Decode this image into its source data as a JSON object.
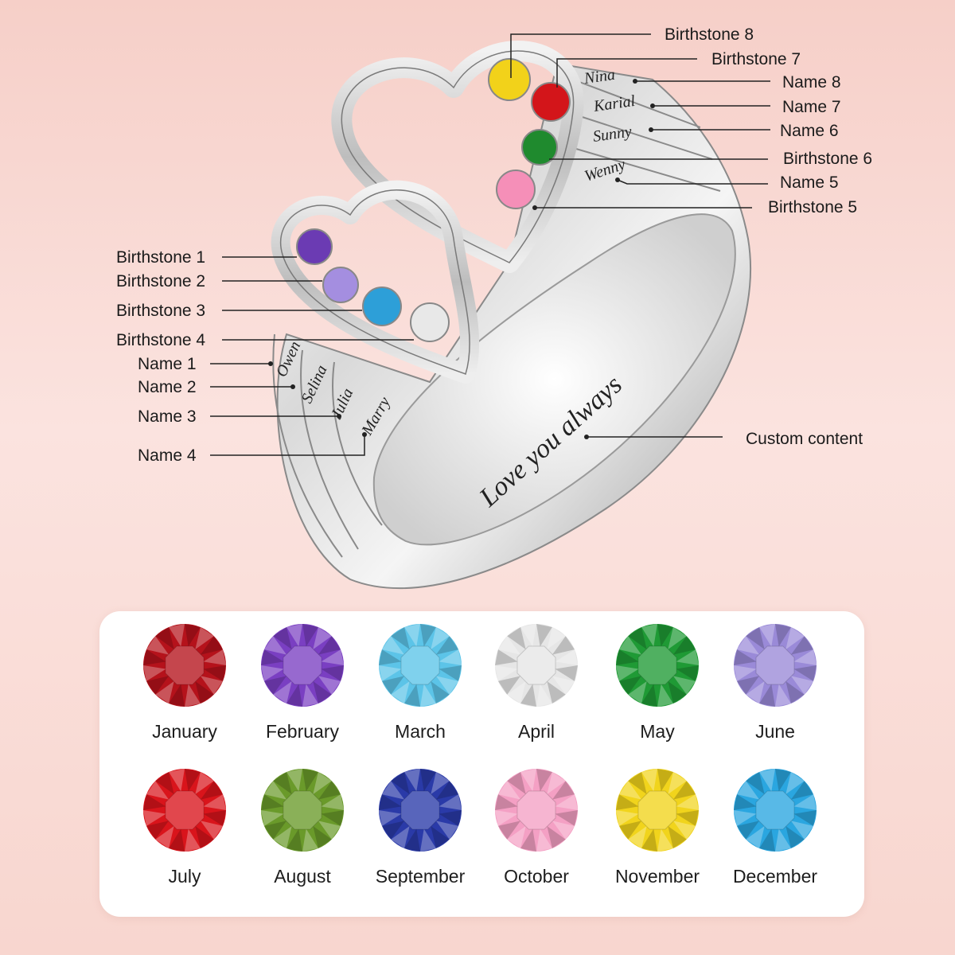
{
  "ring": {
    "names": {
      "name1": "Owen",
      "name2": "Selina",
      "name3": "Julia",
      "name4": "Marry",
      "name5": "Wenny",
      "name6": "Sunny",
      "name7": "Karial",
      "name8": "Nina"
    },
    "engraving": "Love you always",
    "stone_colors": {
      "birthstone1": "#6b3bb3",
      "birthstone2": "#a48ee0",
      "birthstone3": "#2d9fd8",
      "birthstone4": "#e8e8e8",
      "birthstone5": "#f58fb8",
      "birthstone6": "#1f8a2e",
      "birthstone7": "#d3151a",
      "birthstone8": "#f2d21a"
    }
  },
  "callouts": {
    "birthstone8": "Birthstone 8",
    "birthstone7": "Birthstone 7",
    "name8": "Name 8",
    "name7": "Name 7",
    "name6": "Name 6",
    "birthstone6": "Birthstone 6",
    "name5": "Name 5",
    "birthstone5": "Birthstone 5",
    "birthstone1": "Birthstone 1",
    "birthstone2": "Birthstone 2",
    "birthstone3": "Birthstone 3",
    "birthstone4": "Birthstone 4",
    "name1": "Name 1",
    "name2": "Name 2",
    "name3": "Name 3",
    "name4": "Name 4",
    "custom": "Custom content"
  },
  "birthstone_chart": [
    {
      "month": "January",
      "color": "#b5121b"
    },
    {
      "month": "February",
      "color": "#7a3fc2"
    },
    {
      "month": "March",
      "color": "#5cc4e8"
    },
    {
      "month": "April",
      "color": "#e6e6e6"
    },
    {
      "month": "May",
      "color": "#1f9a35"
    },
    {
      "month": "June",
      "color": "#9a8ad8"
    },
    {
      "month": "July",
      "color": "#d9141b"
    },
    {
      "month": "August",
      "color": "#6a9a2a"
    },
    {
      "month": "September",
      "color": "#2a3aa8"
    },
    {
      "month": "October",
      "color": "#f4a0c4"
    },
    {
      "month": "November",
      "color": "#f1d41c"
    },
    {
      "month": "December",
      "color": "#2aa6e0"
    }
  ]
}
